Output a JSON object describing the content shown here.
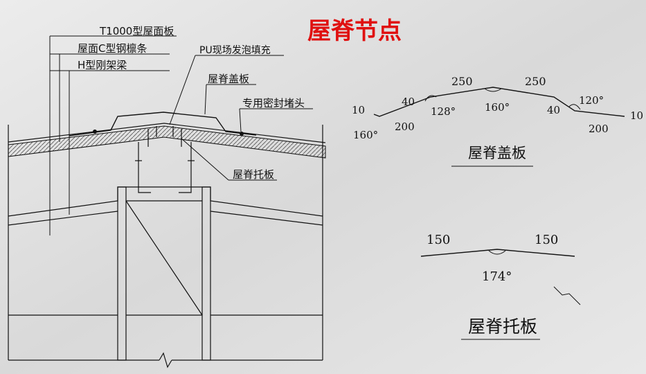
{
  "title": "屋脊节点",
  "layer_labels": [
    "T1000型屋面板",
    "屋面C型钢檩条",
    "H型刚架梁"
  ],
  "callouts": {
    "foam": "PU现场发泡填充",
    "ridge_cap": "屋脊盖板",
    "seal": "专用密封堵头",
    "ridge_support": "屋脊托板"
  },
  "cap_detail": {
    "title": "屋脊盖板",
    "dims": [
      "10",
      "40",
      "250",
      "250",
      "40",
      "10",
      "200",
      "200"
    ],
    "angles": [
      "160°",
      "128°",
      "160°",
      "120°"
    ]
  },
  "support_detail": {
    "title": "屋脊托板",
    "dims": [
      "150",
      "150"
    ],
    "angles": [
      "174°"
    ]
  },
  "colors": {
    "title": "#e01010",
    "line": "#111111",
    "background": "#e4e4e4",
    "hatch": "#555555"
  }
}
